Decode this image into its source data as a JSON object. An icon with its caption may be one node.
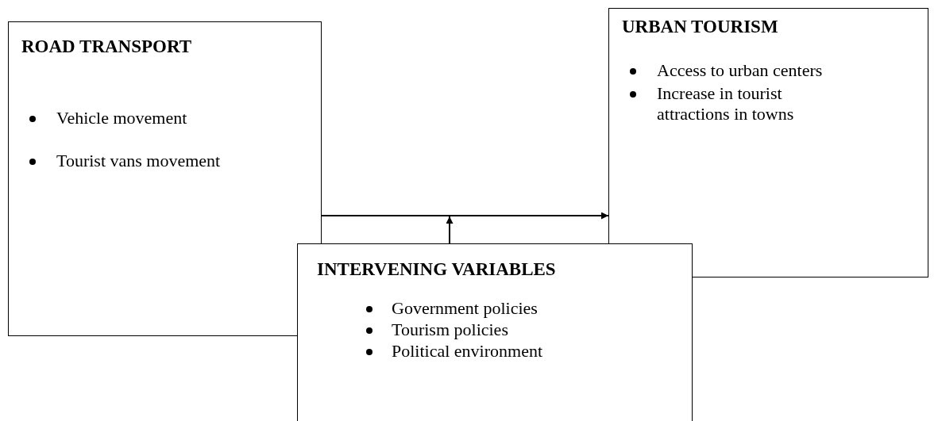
{
  "diagram": {
    "nodes": [
      {
        "text": [
          "ROAD TRANSPORT",
          "Vehicle movement",
          "Tourist vans movement"
        ]
      },
      {
        "text": [
          "URBAN TOURISM",
          "Access to urban centers",
          "Increase in tourist attractions in towns"
        ]
      },
      {
        "text": [
          "INTERVENING VARIABLES",
          "Government policies",
          "Tourism policies",
          "Political environment"
        ]
      }
    ],
    "edges": [
      {
        "from": 0,
        "to": 1,
        "arrow": "to"
      },
      {
        "from": 2,
        "to": null,
        "arrow": "to"
      }
    ]
  }
}
